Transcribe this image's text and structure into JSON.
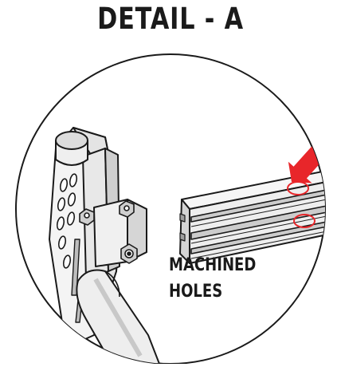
{
  "title": "DETAIL - A",
  "callout": {
    "line1": "MACHINED",
    "line2": "HOLES"
  },
  "colors": {
    "line": "#1a1a1a",
    "highlight": "#e8262a",
    "background": "#ffffff",
    "metal_light": "#f2f2f2",
    "metal_mid": "#d9d9d9",
    "metal_dark": "#bdbdbd"
  },
  "icons": {
    "pointer": "red-arrow-icon",
    "highlight": "red-circle-icon"
  }
}
